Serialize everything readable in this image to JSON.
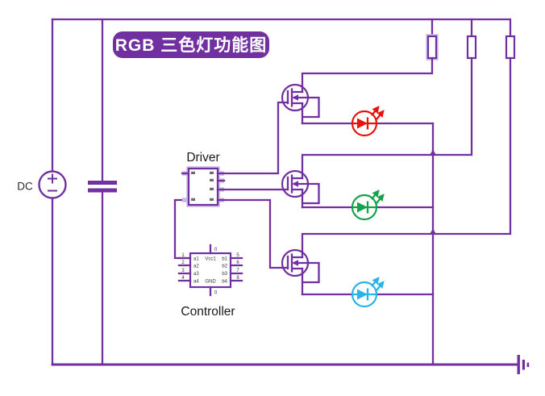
{
  "title": "RGB 三色灯功能图",
  "labels": {
    "driver": "Driver",
    "controller": "Controller",
    "dc": "DC"
  },
  "controller": {
    "pin_top": "0",
    "pin_bottom": "0",
    "pins_left": [
      "1",
      "2",
      "3",
      "4"
    ],
    "pins_right": [
      "5",
      "6",
      "7",
      "8"
    ],
    "inner_left": [
      "a1",
      "a2",
      "a3",
      "a4"
    ],
    "inner_right": [
      "b1",
      "b2",
      "b3",
      "b4"
    ],
    "inner_top": "Vcc1",
    "inner_bottom": "GND"
  },
  "colors": {
    "wire": "#7030a0",
    "title_box": "#7030a0",
    "red_led": "#e8130c",
    "green_led": "#16a24d",
    "blue_led": "#29b4e9",
    "label_text": "#1a1a1a"
  }
}
